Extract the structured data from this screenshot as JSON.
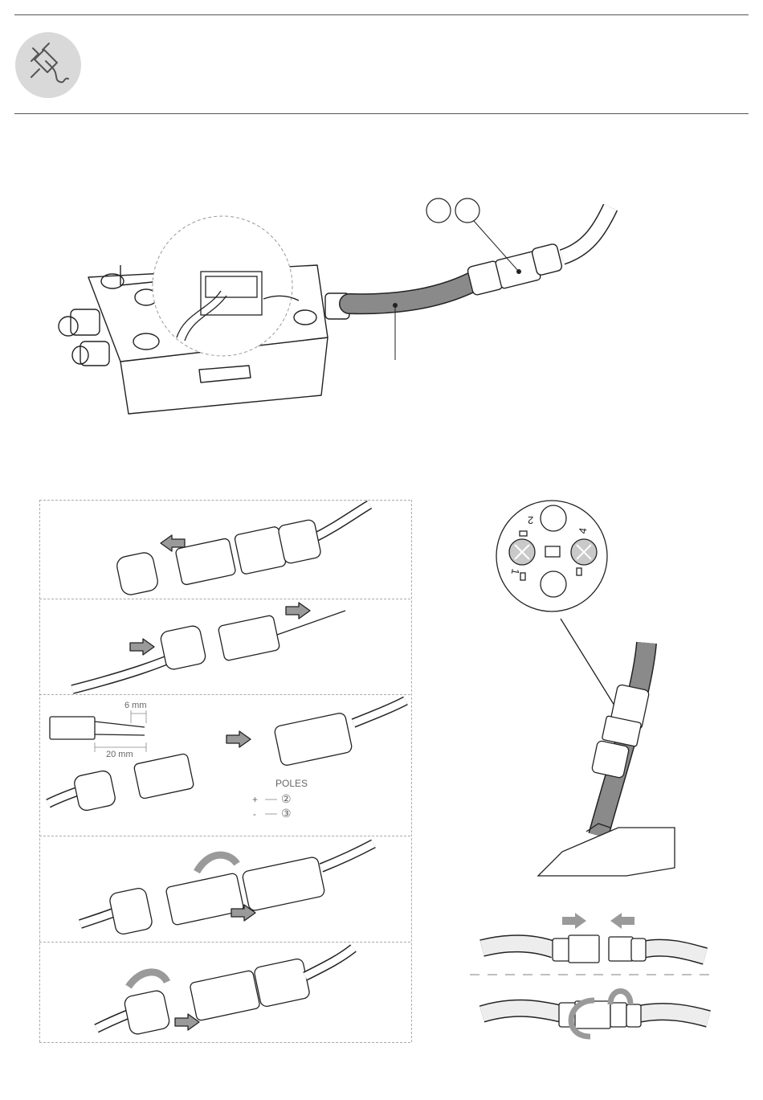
{
  "header": {
    "icon": "plug-icon"
  },
  "callouts": {
    "circles": [
      "",
      ""
    ]
  },
  "strip_diagram": {
    "dim_short": "6 mm",
    "dim_long": "20 mm"
  },
  "poles": {
    "title": "POLES",
    "rows": [
      {
        "sign": "+",
        "number": "②"
      },
      {
        "sign": "-",
        "number": "③"
      }
    ]
  },
  "socket": {
    "pins": [
      "1",
      "2",
      "4"
    ]
  },
  "colors": {
    "arrow": "#9a9a9a",
    "line": "#222222",
    "cable": "#8a8a8a",
    "icon_bg": "#d9d9d9"
  }
}
